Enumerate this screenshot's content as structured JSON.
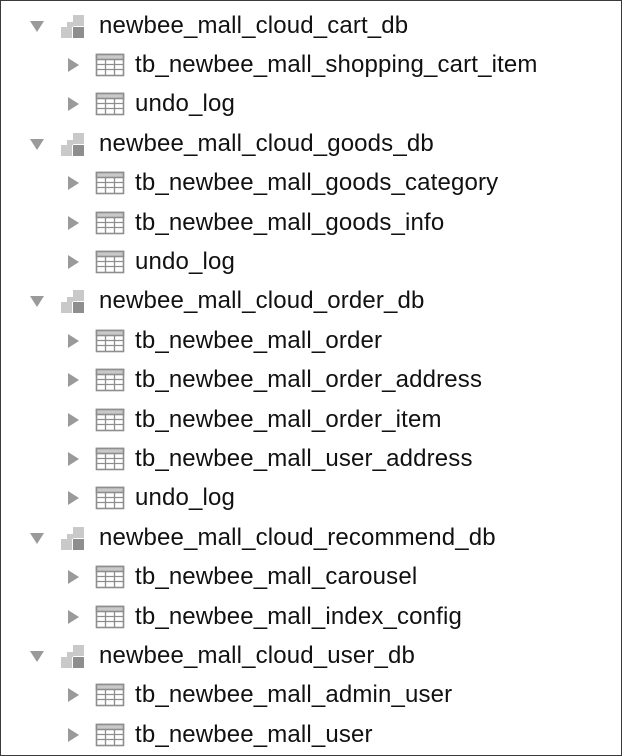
{
  "colors": {
    "text": "#111111",
    "arrow": "#9a9a9a",
    "icon_light": "#c9c9c9",
    "icon_dark": "#8e8e8e",
    "border": "#3a3a3a"
  },
  "icons": {
    "expanded": "triangle-down-icon",
    "collapsed": "triangle-right-icon",
    "database": "database-schema-icon",
    "table": "table-grid-icon"
  },
  "tree": [
    {
      "name": "newbee_mall_cloud_cart_db",
      "expanded": true,
      "tables": [
        "tb_newbee_mall_shopping_cart_item",
        "undo_log"
      ]
    },
    {
      "name": "newbee_mall_cloud_goods_db",
      "expanded": true,
      "tables": [
        "tb_newbee_mall_goods_category",
        "tb_newbee_mall_goods_info",
        "undo_log"
      ]
    },
    {
      "name": "newbee_mall_cloud_order_db",
      "expanded": true,
      "tables": [
        "tb_newbee_mall_order",
        "tb_newbee_mall_order_address",
        "tb_newbee_mall_order_item",
        "tb_newbee_mall_user_address",
        "undo_log"
      ]
    },
    {
      "name": "newbee_mall_cloud_recommend_db",
      "expanded": true,
      "tables": [
        "tb_newbee_mall_carousel",
        "tb_newbee_mall_index_config"
      ]
    },
    {
      "name": "newbee_mall_cloud_user_db",
      "expanded": true,
      "tables": [
        "tb_newbee_mall_admin_user",
        "tb_newbee_mall_user"
      ]
    }
  ]
}
